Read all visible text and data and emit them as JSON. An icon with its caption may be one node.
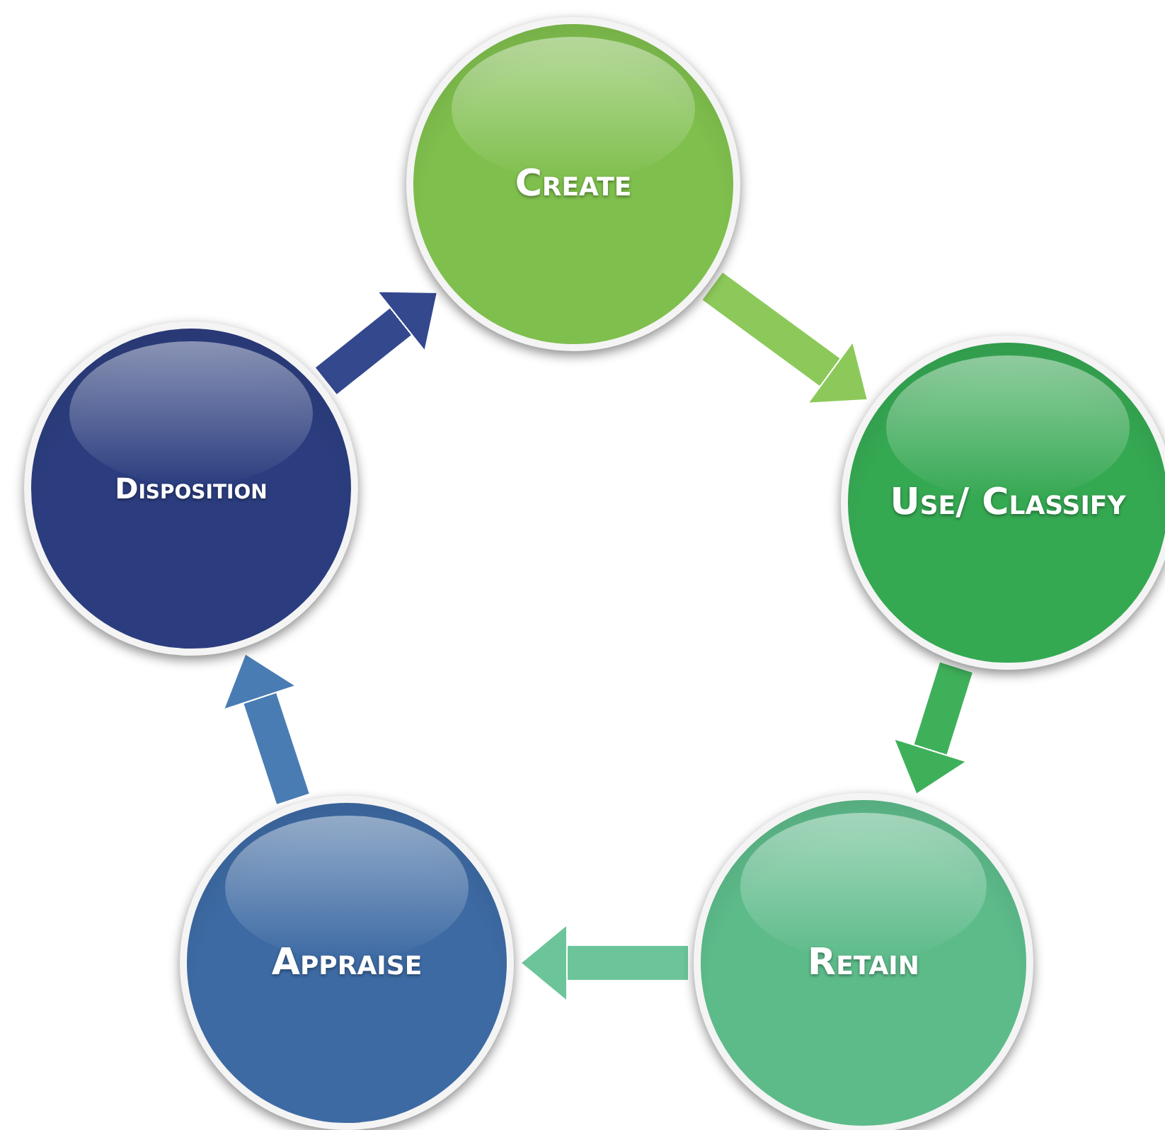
{
  "diagram": {
    "nodes": [
      {
        "text": [
          "Create"
        ]
      },
      {
        "text": [
          "Use/ Classify"
        ]
      },
      {
        "text": [
          "Retain"
        ]
      },
      {
        "text": [
          "Appraise"
        ]
      },
      {
        "text": [
          "Disposition"
        ]
      }
    ],
    "edges": [
      {
        "from": 0,
        "to": 1,
        "arrow": "to",
        "color": "#8cc95a"
      },
      {
        "from": 1,
        "to": 2,
        "arrow": "to",
        "color": "#3fb05a"
      },
      {
        "from": 2,
        "to": 3,
        "arrow": "to",
        "color": "#6cc59a"
      },
      {
        "from": 3,
        "to": 4,
        "arrow": "to",
        "color": "#4a7cb4"
      },
      {
        "from": 4,
        "to": 0,
        "arrow": "to",
        "color": "#34488e"
      }
    ]
  }
}
